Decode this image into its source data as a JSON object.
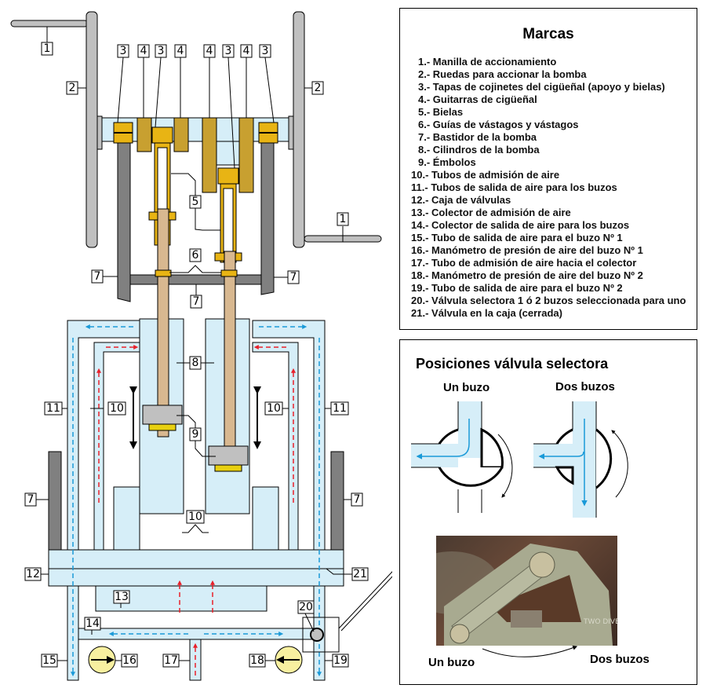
{
  "diagram": {
    "callouts": {
      "c1": "1",
      "c2": "2",
      "c3": "3",
      "c4": "4",
      "c5": "5",
      "c6": "6",
      "c7": "7",
      "c8": "8",
      "c9": "9",
      "c10": "10",
      "c11": "11",
      "c12": "12",
      "c13": "13",
      "c14": "14",
      "c15": "15",
      "c16": "16",
      "c17": "17",
      "c18": "18",
      "c19": "19",
      "c20": "20",
      "c21": "21"
    },
    "colors": {
      "air": "#d6eef8",
      "intake_arrow": "#e8202a",
      "outlet_arrow": "#1a9ad8",
      "frame": "#808080",
      "wheel": "#c0c0c0",
      "crank_cap": "#e8b414",
      "crank_web": "#c8a030",
      "rod": "#d8b890",
      "gauge": "#f8f0a0"
    }
  },
  "legend": {
    "title": "Marcas",
    "items": [
      {
        "num": "1.-",
        "text": "Manilla de accionamiento"
      },
      {
        "num": "2.-",
        "text": "Ruedas para accionar la bomba"
      },
      {
        "num": "3.-",
        "text": "Tapas de cojinetes del cigüeñal (apoyo y bielas)"
      },
      {
        "num": "4.-",
        "text": "Guitarras de cigüeñal"
      },
      {
        "num": "5.-",
        "text": "Bielas"
      },
      {
        "num": "6.-",
        "text": "Guías de vástagos y vástagos"
      },
      {
        "num": "7.-",
        "text": "Bastidor de la bomba"
      },
      {
        "num": "8.-",
        "text": "Cilindros de la bomba"
      },
      {
        "num": "9.-",
        "text": "Émbolos"
      },
      {
        "num": "10.-",
        "text": "Tubos de admisión de aire"
      },
      {
        "num": "11.-",
        "text": "Tubos de salida de aire para los buzos"
      },
      {
        "num": "12.-",
        "text": "Caja de válvulas"
      },
      {
        "num": "13.-",
        "text": "Colector de admisión de aire"
      },
      {
        "num": "14.-",
        "text": "Colector de salida de aire para los buzos"
      },
      {
        "num": "15.-",
        "text": "Tubo de salida de aire para el buzo Nº 1"
      },
      {
        "num": "16.-",
        "text": "Manómetro de presión de aire del buzo Nº 1"
      },
      {
        "num": "17.-",
        "text": "Tubo de admisión de aire hacia el colector"
      },
      {
        "num": "18.-",
        "text": "Manómetro de presión de aire del buzo Nº 2"
      },
      {
        "num": "19.-",
        "text": "Tubo de salida de aire para el buzo Nº 2"
      },
      {
        "num": "20.-",
        "text": "Válvula selectora 1 ó 2 buzos seleccionada para uno"
      },
      {
        "num": "21.-",
        "text": "Válvula en la caja (cerrada)"
      }
    ]
  },
  "selector": {
    "title": "Posiciones válvula selectora",
    "position_one": "Un buzo",
    "position_two": "Dos buzos",
    "photo": {
      "brand_mark": "TWO DIVERS",
      "caption_left": "Un buzo",
      "caption_right": "Dos buzos"
    }
  }
}
